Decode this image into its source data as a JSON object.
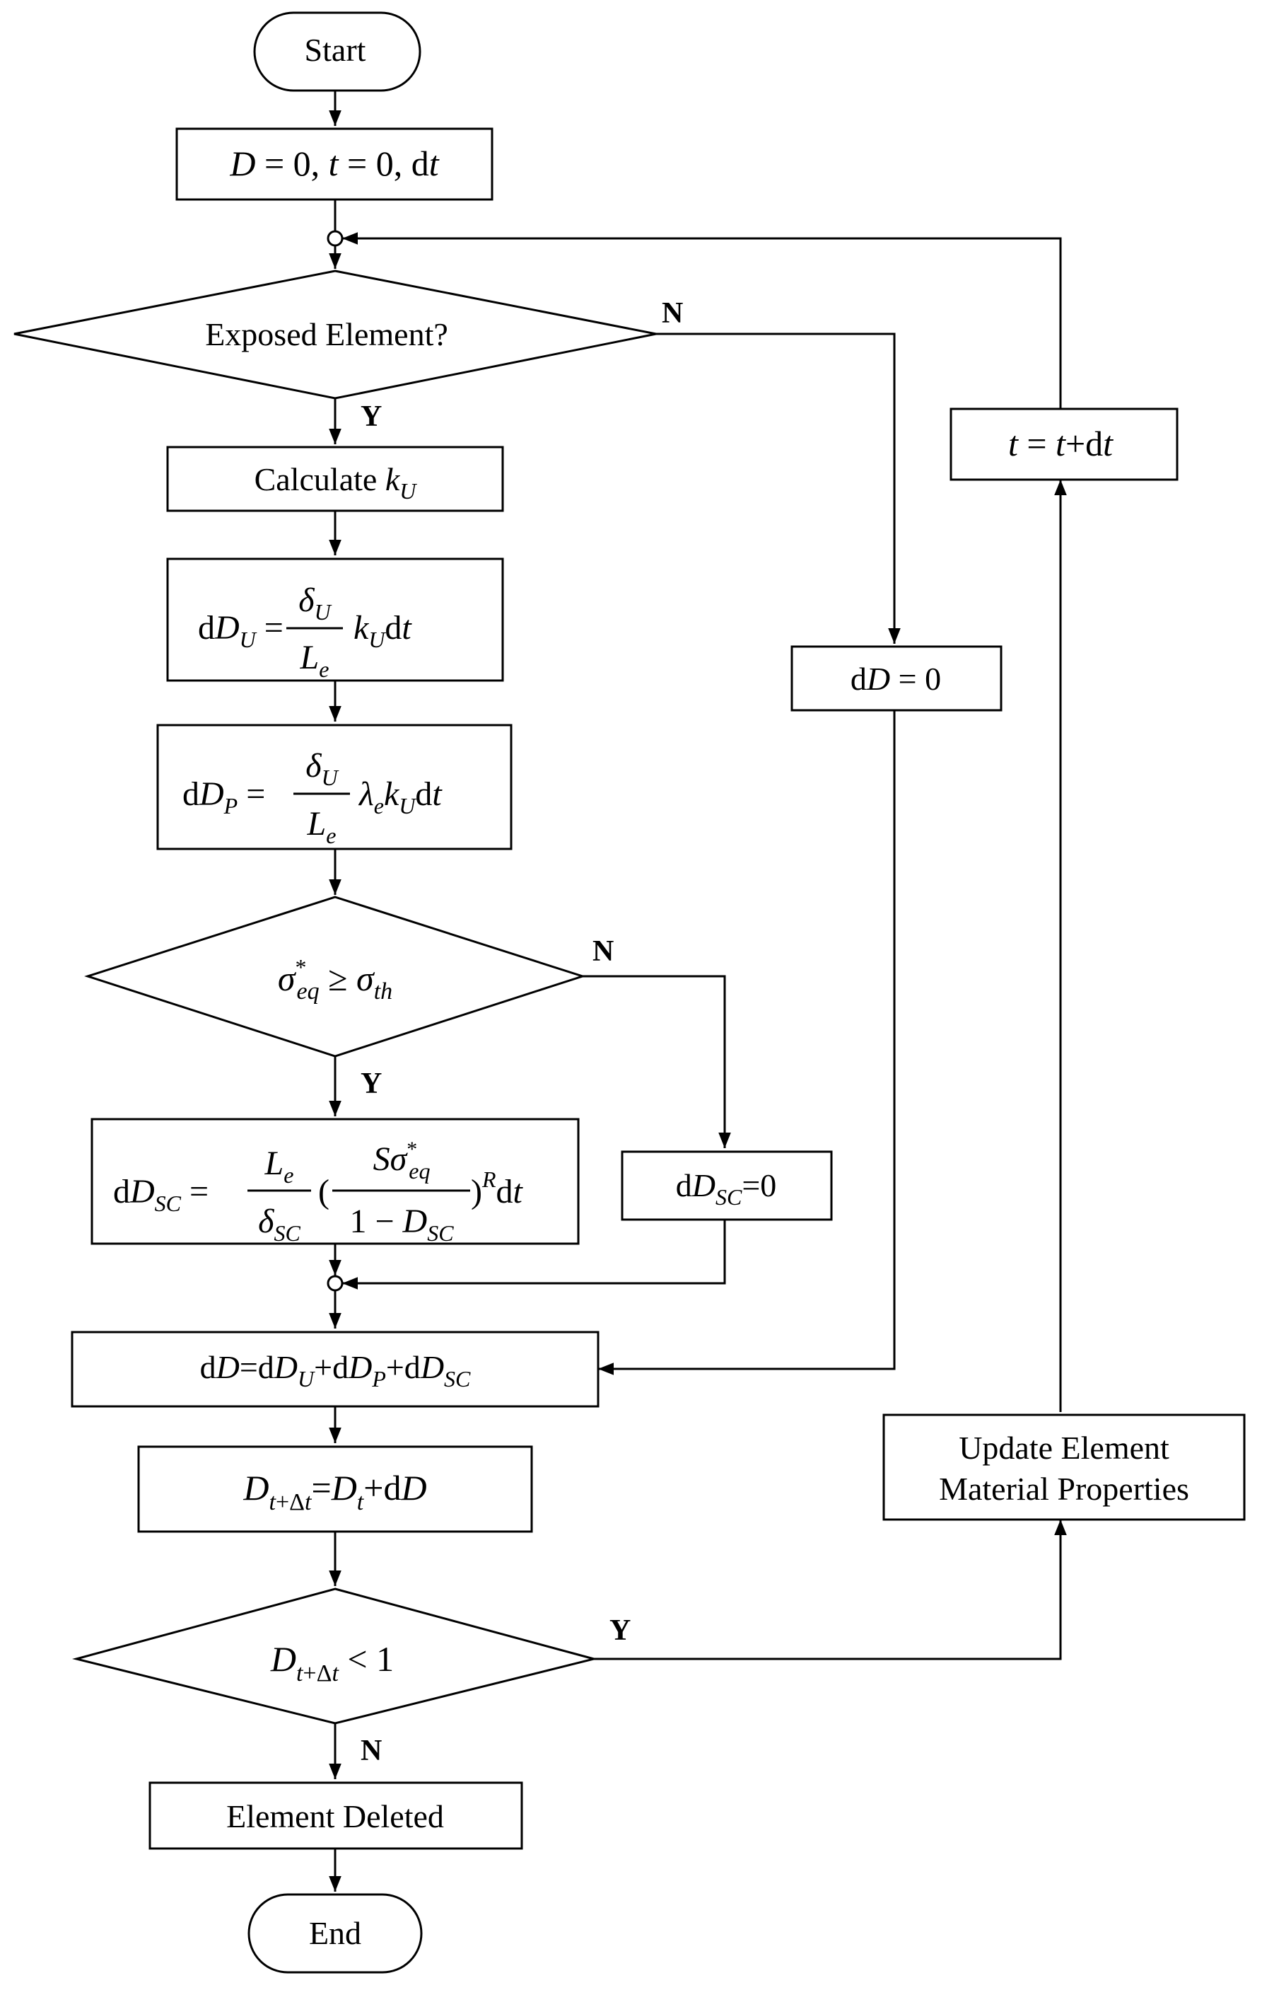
{
  "nodes": {
    "start": "Start",
    "init": "D = 0, t = 0, dt",
    "exposed": "Exposed Element?",
    "calc_ku": "Calculate k_U",
    "ddu": "dD_U = (δ_U / L_e) k_U dt",
    "ddp": "dD_P = (δ_U / L_e) λ_e k_U dt",
    "stress": "σ*_eq ≥ σ_th",
    "ddsc": "dD_SC = (L_e / δ_SC) (Sσ*_eq / (1 − D_SC))^R dt",
    "ddsc_zero": "dD_SC=0",
    "dd_zero": "dD = 0",
    "sum": "dD=dD_U+dD_P+dD_SC",
    "update_d": "D_t+Δt=D_t+dD",
    "check": "D_t+Δt < 1",
    "update_props_1": "Update Element",
    "update_props_2": "Material Properties",
    "time_step": "t = t+dt",
    "deleted": "Element Deleted",
    "end": "End"
  },
  "branch_labels": {
    "exposed_no": "N",
    "exposed_yes": "Y",
    "stress_no": "N",
    "stress_yes": "Y",
    "check_yes": "Y",
    "check_no": "N"
  }
}
